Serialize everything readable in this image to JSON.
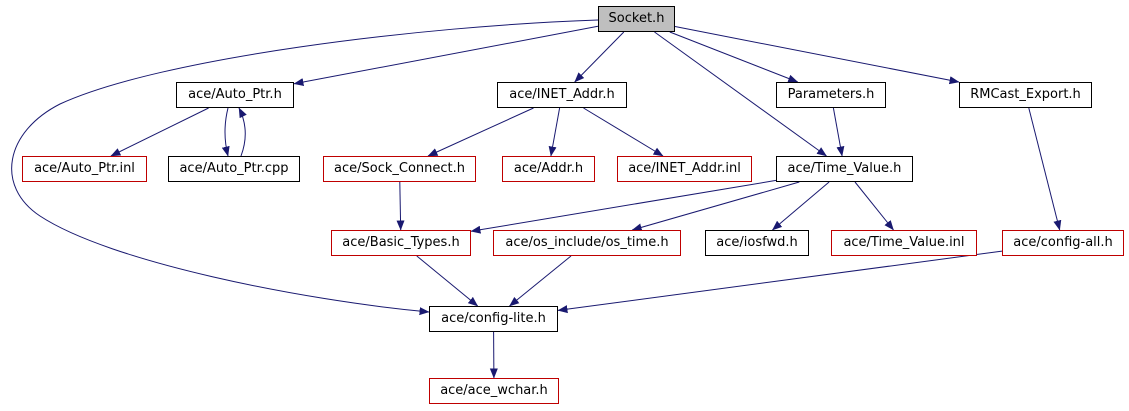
{
  "graph": {
    "root": "Socket.h",
    "nodes": [
      {
        "id": "socket",
        "label": "Socket.h",
        "style": "root"
      },
      {
        "id": "auto_ptr_h",
        "label": "ace/Auto_Ptr.h",
        "style": "black"
      },
      {
        "id": "inet_addr_h",
        "label": "ace/INET_Addr.h",
        "style": "black"
      },
      {
        "id": "parameters_h",
        "label": "Parameters.h",
        "style": "black"
      },
      {
        "id": "rmcast_export_h",
        "label": "RMCast_Export.h",
        "style": "black"
      },
      {
        "id": "auto_ptr_inl",
        "label": "ace/Auto_Ptr.inl",
        "style": "red"
      },
      {
        "id": "auto_ptr_cpp",
        "label": "ace/Auto_Ptr.cpp",
        "style": "black"
      },
      {
        "id": "sock_connect_h",
        "label": "ace/Sock_Connect.h",
        "style": "red"
      },
      {
        "id": "addr_h",
        "label": "ace/Addr.h",
        "style": "red"
      },
      {
        "id": "inet_addr_inl",
        "label": "ace/INET_Addr.inl",
        "style": "red"
      },
      {
        "id": "time_value_h",
        "label": "ace/Time_Value.h",
        "style": "black"
      },
      {
        "id": "basic_types_h",
        "label": "ace/Basic_Types.h",
        "style": "red"
      },
      {
        "id": "os_time_h",
        "label": "ace/os_include/os_time.h",
        "style": "red"
      },
      {
        "id": "iosfwd_h",
        "label": "ace/iosfwd.h",
        "style": "black"
      },
      {
        "id": "time_value_inl",
        "label": "ace/Time_Value.inl",
        "style": "red"
      },
      {
        "id": "config_all_h",
        "label": "ace/config-all.h",
        "style": "red"
      },
      {
        "id": "config_lite_h",
        "label": "ace/config-lite.h",
        "style": "black"
      },
      {
        "id": "ace_wchar_h",
        "label": "ace/ace_wchar.h",
        "style": "red"
      }
    ],
    "edges": [
      [
        "socket",
        "auto_ptr_h"
      ],
      [
        "socket",
        "inet_addr_h"
      ],
      [
        "socket",
        "parameters_h"
      ],
      [
        "socket",
        "rmcast_export_h"
      ],
      [
        "socket",
        "time_value_h"
      ],
      [
        "socket",
        "config_lite_h"
      ],
      [
        "auto_ptr_h",
        "auto_ptr_inl"
      ],
      [
        "auto_ptr_h",
        "auto_ptr_cpp"
      ],
      [
        "auto_ptr_cpp",
        "auto_ptr_h"
      ],
      [
        "inet_addr_h",
        "sock_connect_h"
      ],
      [
        "inet_addr_h",
        "addr_h"
      ],
      [
        "inet_addr_h",
        "inet_addr_inl"
      ],
      [
        "parameters_h",
        "time_value_h"
      ],
      [
        "time_value_h",
        "basic_types_h"
      ],
      [
        "time_value_h",
        "os_time_h"
      ],
      [
        "time_value_h",
        "iosfwd_h"
      ],
      [
        "time_value_h",
        "time_value_inl"
      ],
      [
        "sock_connect_h",
        "basic_types_h"
      ],
      [
        "rmcast_export_h",
        "config_all_h"
      ],
      [
        "basic_types_h",
        "config_lite_h"
      ],
      [
        "os_time_h",
        "config_lite_h"
      ],
      [
        "config_all_h",
        "config_lite_h"
      ],
      [
        "config_lite_h",
        "ace_wchar_h"
      ]
    ],
    "colors": {
      "edge": "#191970",
      "border_default": "#000000",
      "border_missing": "#bf0000",
      "root_fill": "#bfbfbf",
      "background": "#ffffff"
    }
  }
}
